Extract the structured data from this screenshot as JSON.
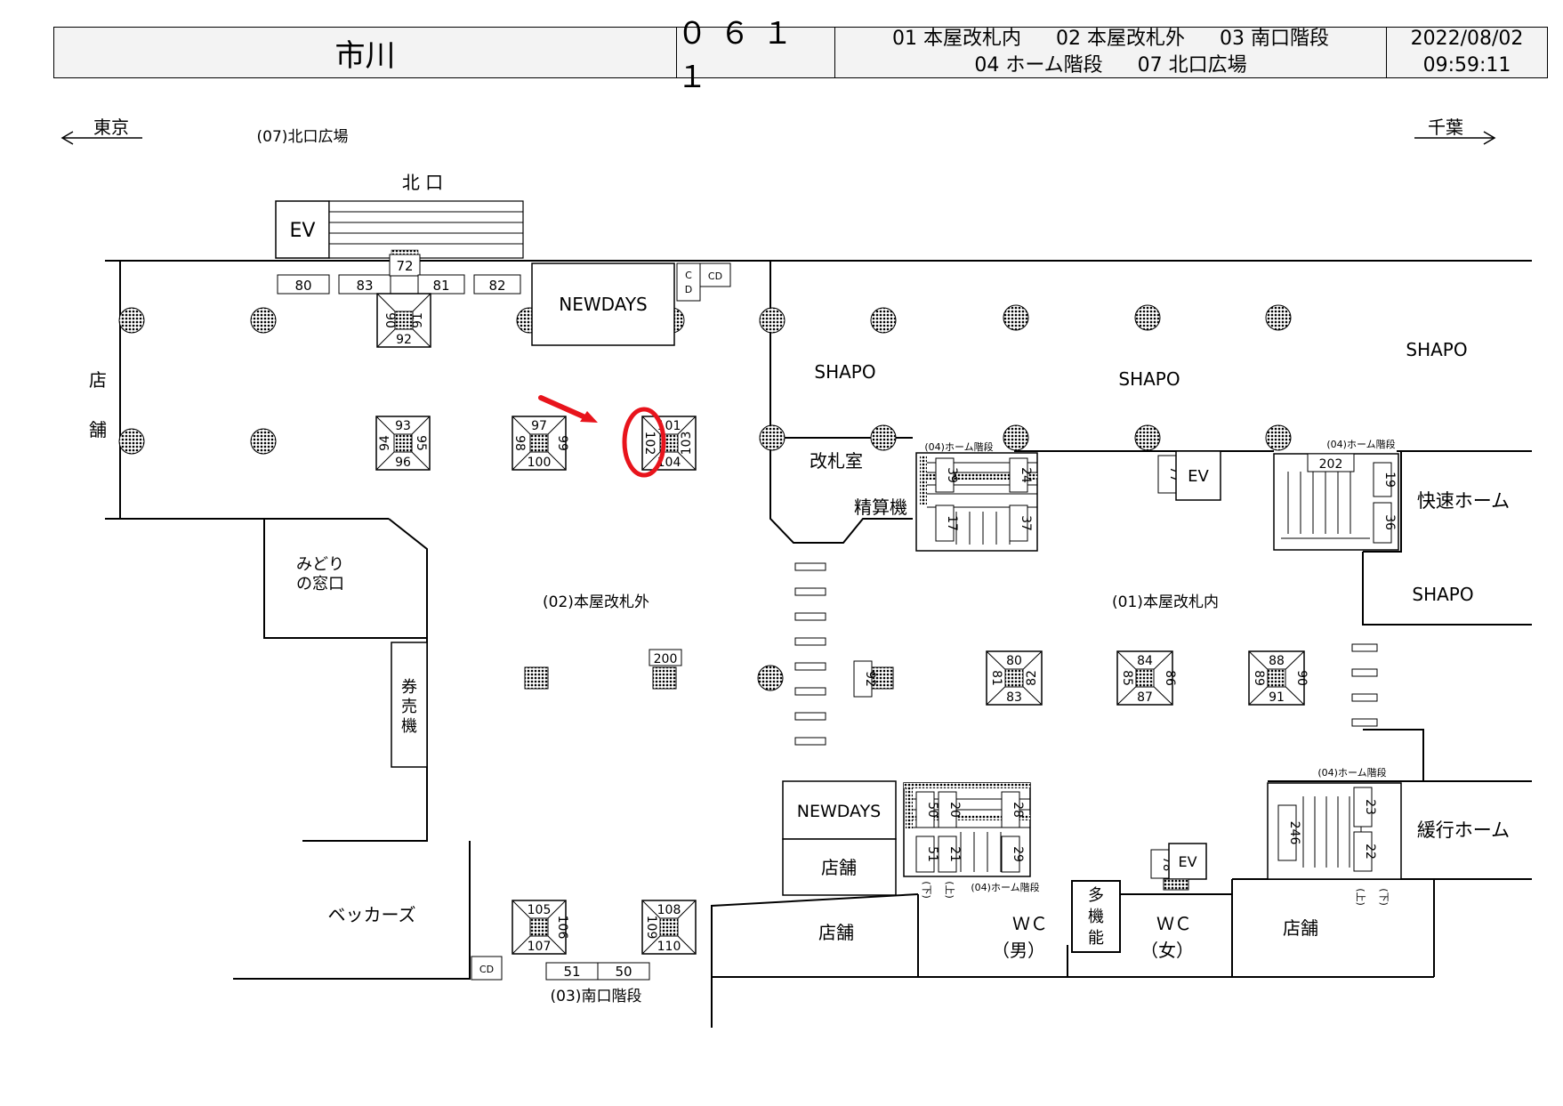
{
  "header": {
    "station": "市川",
    "code": "０６１１",
    "areas_row1": [
      "01 本屋改札内",
      "02 本屋改札外",
      "03 南口階段"
    ],
    "areas_row2": [
      "04 ホーム階段",
      "07 北口広場"
    ],
    "date": "2022/08/02",
    "time": "09:59:11"
  },
  "directions": {
    "left": "東京",
    "right": "千葉"
  },
  "labels": {
    "north_plaza": "(07)北口広場",
    "north_exit": "北 口",
    "ev": "EV",
    "newdays": "NEWDAYS",
    "cd_a": "C",
    "cd_b": "D",
    "cd": "CD",
    "shapo": "SHAPO",
    "shop_v1": "店",
    "shop_v2": "舗",
    "ticket_office": "改札室",
    "fare_adj": "精算機",
    "home_stairs": "(04)ホーム階段",
    "rapid_platform": "快速ホーム",
    "local_platform": "緩行ホーム",
    "midori1": "みどり",
    "midori2": "の窓口",
    "ticket_machine": [
      "券",
      "売",
      "機"
    ],
    "outside_gate": "(02)本屋改札外",
    "inside_gate": "(01)本屋改札内",
    "shop": "店舗",
    "beckers": "ベッカーズ",
    "south_stairs": "(03)南口階段",
    "wc": "ＷＣ",
    "wc_male": "（男）",
    "wc_female": "（女）",
    "multi": [
      "多",
      "機",
      "能"
    ],
    "up": "(上)",
    "down": "(下)"
  },
  "boards": {
    "north_row": [
      "80",
      "83",
      "72",
      "81",
      "82"
    ],
    "pillar_a": [
      "90",
      "91",
      "92"
    ],
    "pillar_b": [
      "93",
      "94",
      "95",
      "96"
    ],
    "pillar_c": [
      "97",
      "98",
      "99",
      "100"
    ],
    "pillar_d": [
      "101",
      "102",
      "103",
      "104"
    ],
    "stairs_upper_left": [
      "39",
      "24",
      "17",
      "37"
    ],
    "ev_board": "77",
    "stairs_upper_right": [
      "202",
      "19",
      "36"
    ],
    "single_200": "200",
    "single_92": "92",
    "pillar_e": [
      "80",
      "81",
      "82",
      "83"
    ],
    "pillar_f": [
      "84",
      "85",
      "86",
      "87"
    ],
    "pillar_g": [
      "88",
      "89",
      "90",
      "91"
    ],
    "stairs_lower_left": [
      "50",
      "20",
      "28",
      "51",
      "21",
      "29"
    ],
    "ev_board_lower": "78",
    "stairs_lower_right": [
      "246",
      "23",
      "22"
    ],
    "pillar_h": [
      "105",
      "106",
      "107"
    ],
    "pillar_i": [
      "108",
      "109",
      "110"
    ],
    "south_row": [
      "51",
      "50"
    ]
  },
  "colors": {
    "highlight": "#e8141c"
  }
}
